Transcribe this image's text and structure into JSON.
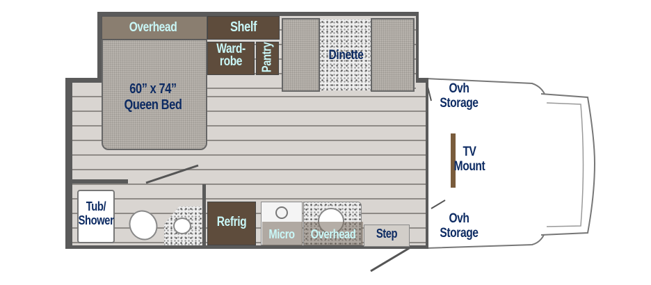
{
  "floorplan": {
    "labels": {
      "overhead_bed": "Overhead",
      "shelf": "Shelf",
      "wardrobe": "Ward-\nrobe",
      "pantry": "Pantry",
      "dinette": "Dinette",
      "bed_size": "60” x 74”",
      "bed_name": "Queen Bed",
      "ovh_storage_top_1": "Ovh",
      "ovh_storage_top_2": "Storage",
      "tv_1": "TV",
      "tv_2": "Mount",
      "ovh_storage_bottom_1": "Ovh",
      "ovh_storage_bottom_2": "Storage",
      "tub_1": "Tub/",
      "tub_2": "Shower",
      "refrig": "Refrig",
      "micro": "Micro",
      "overhead_kitchen": "Overhead",
      "step": "Step"
    },
    "colors": {
      "label_dark": "#0d2b63",
      "label_light": "#c9f7f7",
      "cabinet": "#5e4c3c",
      "floor": "#d9d5d1"
    }
  }
}
